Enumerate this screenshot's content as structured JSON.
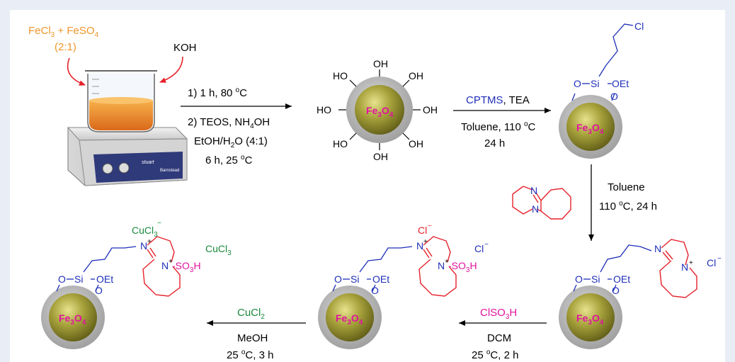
{
  "colors": {
    "orange": "#f0962a",
    "red": "#e5222b",
    "blue": "#1e2fb8",
    "green": "#1b8a3c",
    "magenta": "#e0139f",
    "shell": "#b5b5b5",
    "core": "#9e9a36"
  },
  "step1": {
    "reagent_a": "FeCl",
    "reagent_a_sub": "3",
    "plus": " + ",
    "reagent_b": "FeSO",
    "reagent_b_sub": "4",
    "ratio": "(2:1)",
    "base": "KOH",
    "cond1": "1) 1 h, 80 ",
    "cond1_deg": "o",
    "cond1_unit": "C",
    "cond2": "2) TEOS, NH",
    "cond2_sub": "4",
    "cond2_end": "OH",
    "cond3": "EtOH/H",
    "cond3_sub": "2",
    "cond3_end": "O (4:1)",
    "cond4": "6 h, 25 ",
    "cond4_deg": "o",
    "cond4_unit": "C"
  },
  "core": {
    "text": "Fe",
    "sub1": "3",
    "mid": "O",
    "sub2": "4"
  },
  "hydroxyl": {
    "oh": "OH",
    "ho": "HO"
  },
  "step2": {
    "reagent": "CPTMS",
    "base": ", TEA",
    "solvent": "Toluene, 110 ",
    "deg": "o",
    "unit": "C",
    "time": "24 h"
  },
  "linker": {
    "o": "O",
    "si": "Si",
    "oet": "OEt",
    "cl": "Cl",
    "dash": "-"
  },
  "step3": {
    "solvent": "Toluene",
    "temp": "110 ",
    "deg": "o",
    "unit": "C, 24 h"
  },
  "dbu": {
    "n": "N"
  },
  "product3": {
    "cl": "Cl",
    "minus": "−",
    "plus": "+",
    "n": "N"
  },
  "step4": {
    "reagent": "ClSO",
    "reagent_sub": "3",
    "reagent_end": "H",
    "solvent": "DCM",
    "temp": "25 ",
    "deg": "o",
    "unit": "C, 2 h"
  },
  "product4": {
    "cl": "Cl",
    "minus": "−",
    "plus": "+",
    "n": "N",
    "so3h": "SO",
    "so3h_sub": "3",
    "so3h_end": "H",
    "dash": "-"
  },
  "step5": {
    "reagent": "CuCl",
    "reagent_sub": "2",
    "solvent": "MeOH",
    "temp": "25 ",
    "deg": "o",
    "unit": "C, 3 h"
  },
  "product5": {
    "cucl": "CuCl",
    "sub3": "3",
    "minus": "−",
    "plus": "+",
    "n": "N",
    "so3h": "SO",
    "so3h_sub": "3",
    "so3h_end": "H",
    "dash": "-"
  },
  "hotplate": {
    "brand": "stuart",
    "brand2": "Barnstead"
  }
}
